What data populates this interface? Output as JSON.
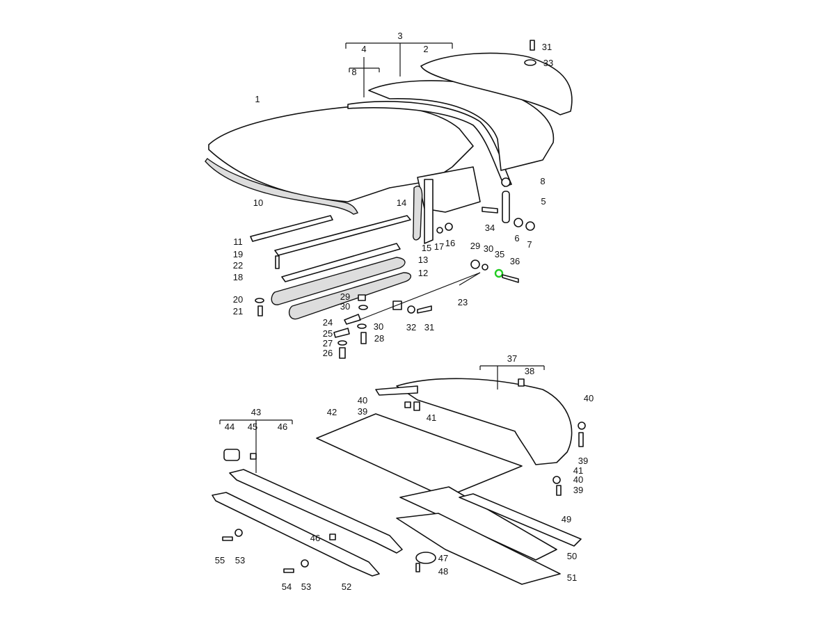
{
  "diagram": {
    "highlight_color": "#22cc22",
    "highlighted_part": "35",
    "callouts": [
      "1",
      "3",
      "4",
      "8",
      "2",
      "31",
      "33",
      "10",
      "8",
      "5",
      "14",
      "15",
      "17",
      "16",
      "34",
      "6",
      "7",
      "29",
      "30",
      "35",
      "36",
      "11",
      "19",
      "22",
      "18",
      "13",
      "12",
      "20",
      "21",
      "29",
      "30",
      "23",
      "24",
      "30",
      "32",
      "31",
      "25",
      "28",
      "27",
      "26",
      "37",
      "38",
      "40",
      "39",
      "41",
      "40",
      "42",
      "43",
      "44",
      "45",
      "46",
      "39",
      "41",
      "40",
      "39",
      "49",
      "50",
      "47",
      "48",
      "51",
      "46",
      "55",
      "53",
      "54",
      "53",
      "52"
    ]
  }
}
